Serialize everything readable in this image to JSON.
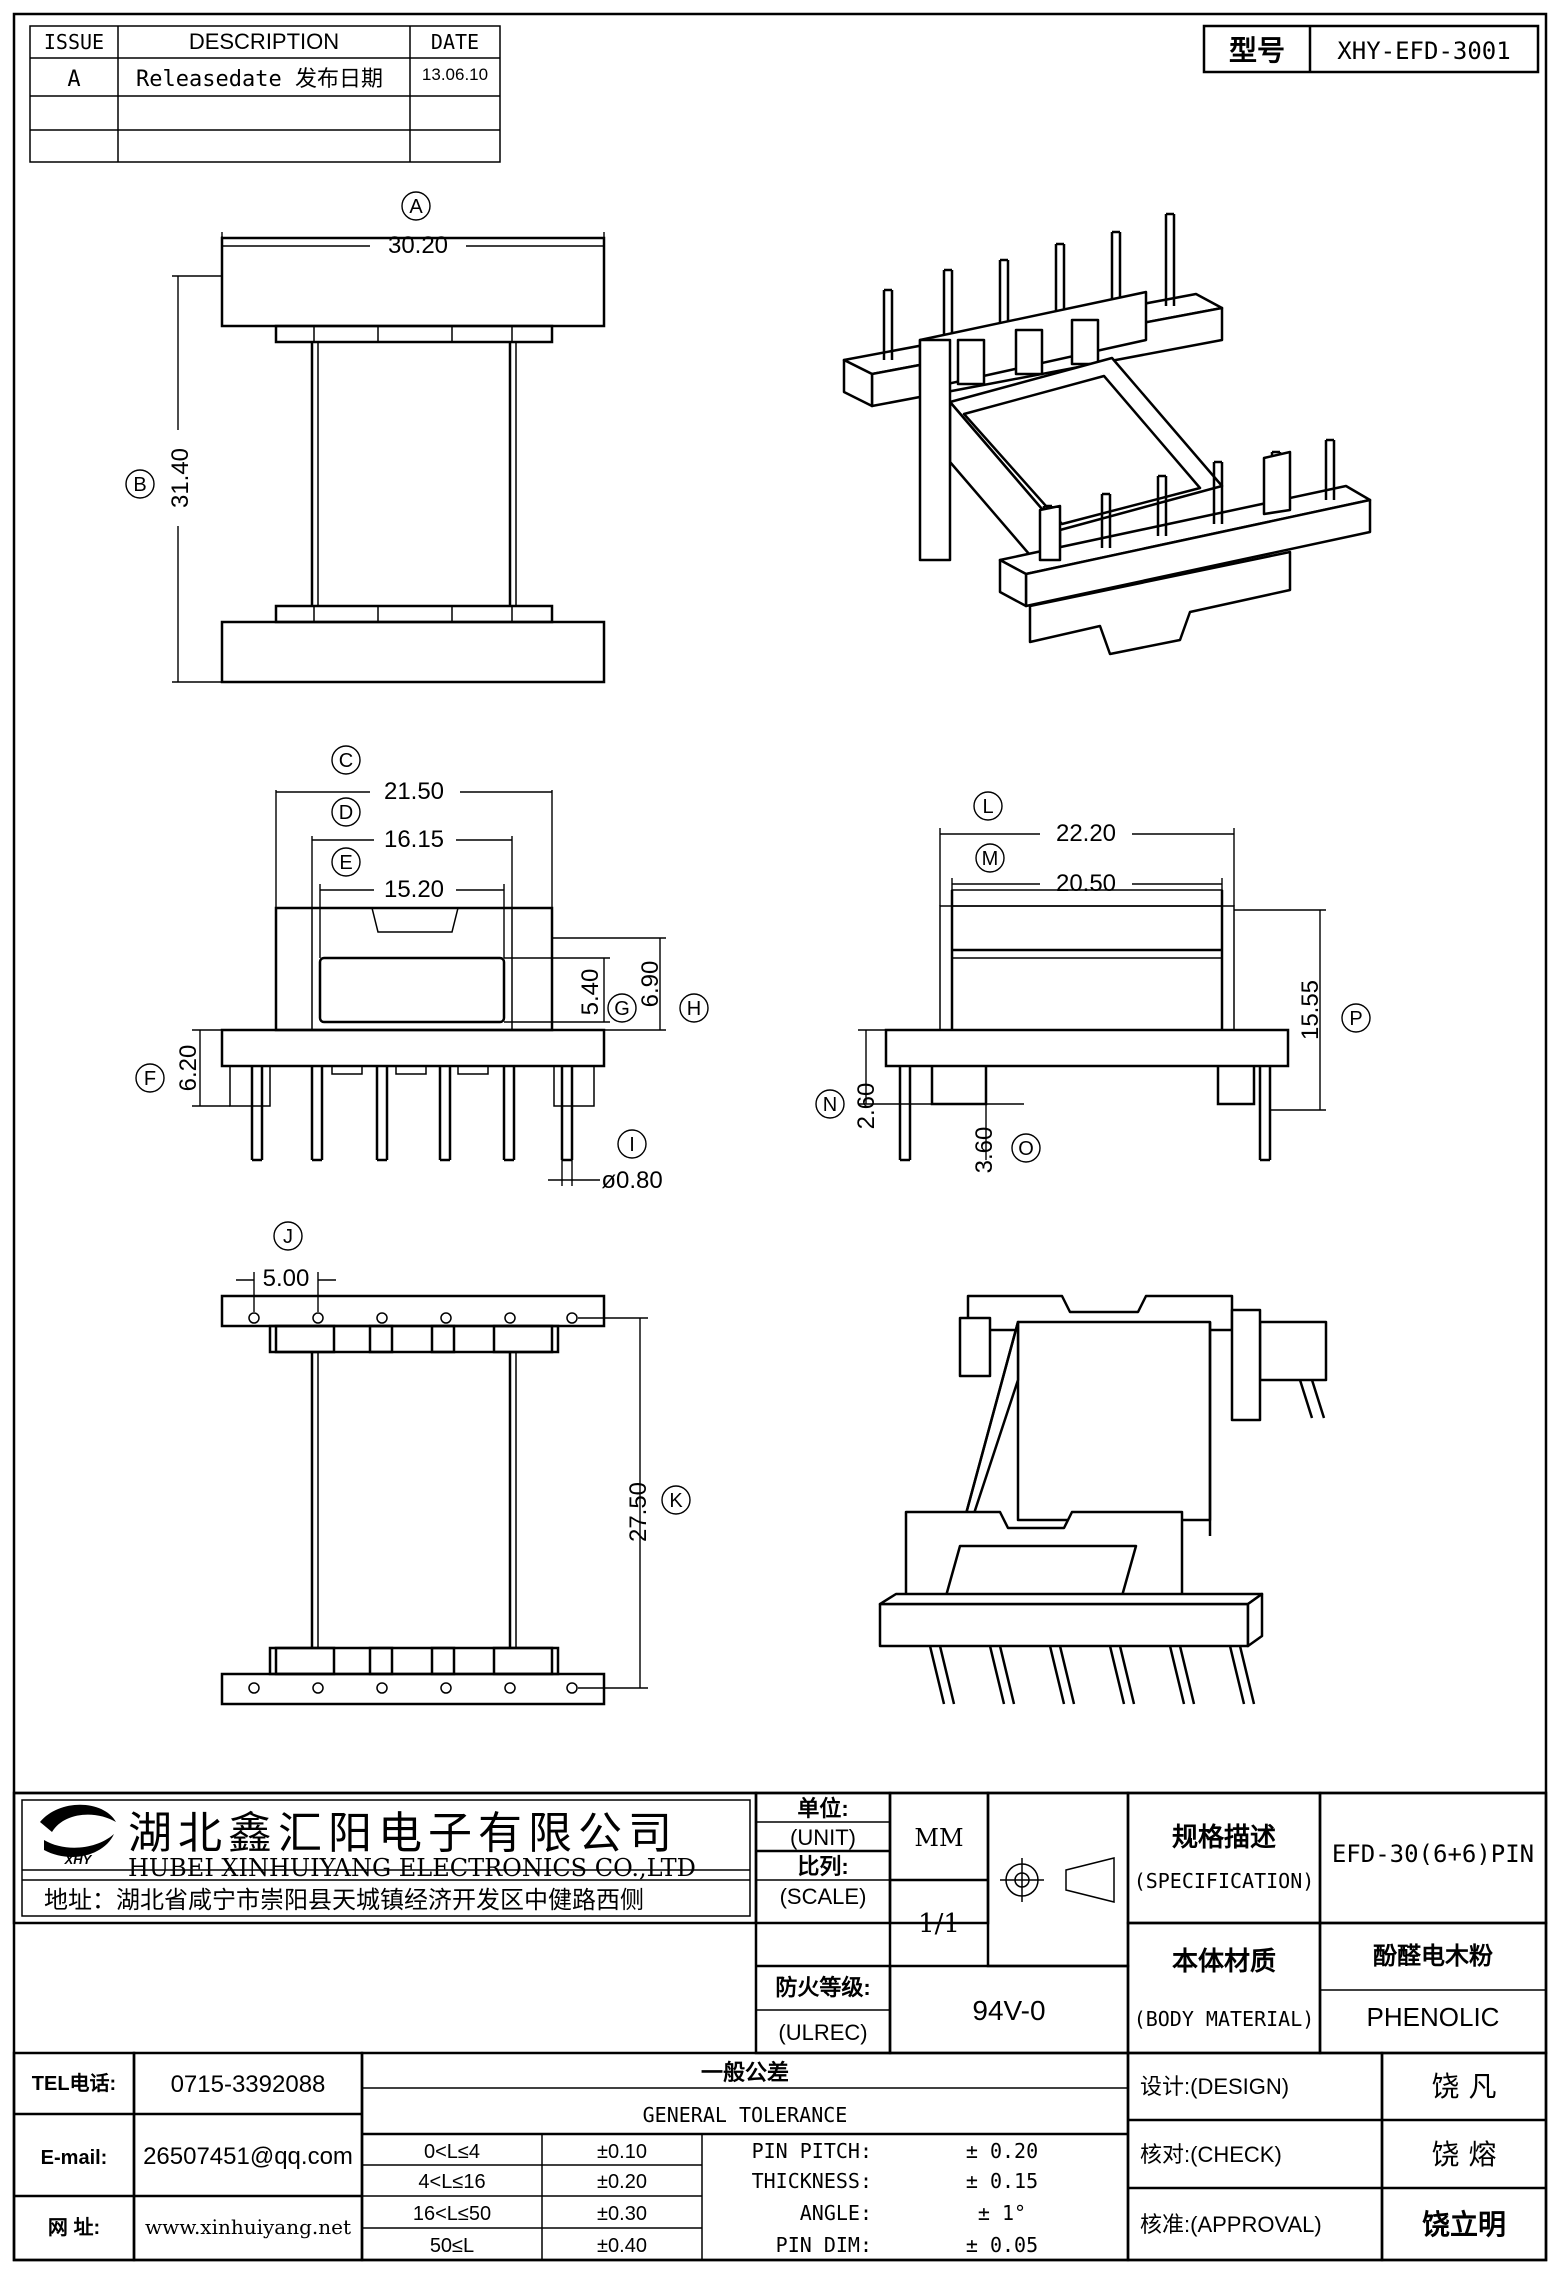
{
  "revision_table": {
    "headers": {
      "issue": "ISSUE",
      "description": "DESCRIPTION",
      "date": "DATE"
    },
    "rows": [
      {
        "issue": "A",
        "description": "Releasedate 发布日期",
        "date": "13.06.10"
      },
      {
        "issue": "",
        "description": "",
        "date": ""
      },
      {
        "issue": "",
        "description": "",
        "date": ""
      }
    ]
  },
  "model_box": {
    "label": "型号",
    "value": "XHY-EFD-3001"
  },
  "dimensions": {
    "A": {
      "label": "A",
      "value": "30.20"
    },
    "B": {
      "label": "B",
      "value": "31.40"
    },
    "C": {
      "label": "C",
      "value": "21.50"
    },
    "D": {
      "label": "D",
      "value": "16.15"
    },
    "E": {
      "label": "E",
      "value": "15.20"
    },
    "F": {
      "label": "F",
      "value": "6.20"
    },
    "G": {
      "label": "G",
      "value": "5.40"
    },
    "H": {
      "label": "H",
      "value": "6.90"
    },
    "I": {
      "label": "I",
      "value": "ø0.80"
    },
    "J": {
      "label": "J",
      "value": "5.00"
    },
    "K": {
      "label": "K",
      "value": "27.50"
    },
    "L": {
      "label": "L",
      "value": "22.20"
    },
    "M": {
      "label": "M",
      "value": "20.50"
    },
    "N": {
      "label": "N",
      "value": "2.60"
    },
    "O": {
      "label": "O",
      "value": "3.60"
    },
    "P": {
      "label": "P",
      "value": "15.55"
    }
  },
  "title_block": {
    "company_cn": "湖北鑫汇阳电子有限公司",
    "company_en": "HUBEI XINHUIYANG ELECTRONICS CO.,LTD",
    "address": "地址：湖北省咸宁市崇阳县天城镇经济开发区中健路西侧",
    "logo_text": "XHY",
    "unit_cn": "单位:",
    "unit_en": "(UNIT)",
    "unit_value": "MM",
    "scale_cn": "比列:",
    "scale_en": "(SCALE)",
    "scale_value": "1/1",
    "fire_cn": "防火等级:",
    "fire_en": "(ULREC)",
    "fire_value": "94V-0",
    "spec_cn": "规格描述",
    "spec_en": "(SPECIFICATION)",
    "spec_value": "EFD-30(6+6)PIN",
    "material_cn": "本体材质",
    "material_en": "(BODY MATERIAL)",
    "material_value_cn": "酚醛电木粉",
    "material_value_en": "PHENOLIC",
    "tel_label": "TEL电话:",
    "tel_value": "0715-3392088",
    "email_label": "E-mail:",
    "email_value": "26507451@qq.com",
    "web_label": "网  址:",
    "web_value": "www.xinhuiyang.net",
    "tolerance_cn": "一般公差",
    "tolerance_en": "GENERAL TOLERANCE",
    "tolerances": [
      {
        "range": "0<L≤4",
        "value": "±0.10"
      },
      {
        "range": "4<L≤16",
        "value": "±0.20"
      },
      {
        "range": "16<L≤50",
        "value": "±0.30"
      },
      {
        "range": "50≤L",
        "value": "±0.40"
      }
    ],
    "pin_specs": [
      {
        "label": "PIN PITCH:",
        "value": "± 0.20"
      },
      {
        "label": "THICKNESS:",
        "value": "± 0.15"
      },
      {
        "label": "ANGLE:",
        "value": "± 1°"
      },
      {
        "label": "PIN DIM:",
        "value": "± 0.05"
      }
    ],
    "design_label": "设计:(DESIGN)",
    "design_value": "饶  凡",
    "check_label": "核对:(CHECK)",
    "check_value": "饶  熔",
    "approval_label": "核准:(APPROVAL)",
    "approval_value": "饶立明"
  }
}
